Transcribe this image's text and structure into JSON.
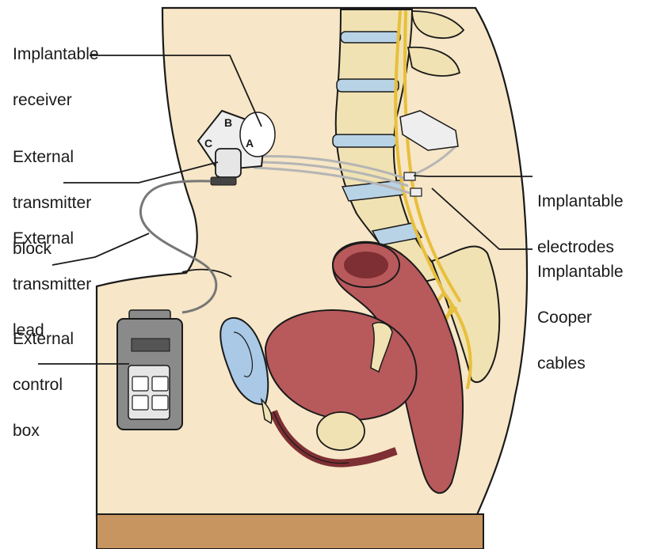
{
  "labels": {
    "receiver": [
      "Implantable",
      "receiver"
    ],
    "transmitter_block": [
      "External",
      "transmitter",
      "block"
    ],
    "transmitter_lead": [
      "External",
      "transmitter",
      "lead"
    ],
    "control_box": [
      "External",
      "control",
      "box"
    ],
    "electrodes": [
      "Implantable",
      "electrodes"
    ],
    "cooper_cables": [
      "Implantable",
      "Cooper",
      "cables"
    ]
  },
  "receiver_letters": [
    "A",
    "B",
    "C"
  ],
  "colors": {
    "skin": "#f7e6c7",
    "outline": "#1a1a1a",
    "bone": "#f0e2b2",
    "disc": "#b9d3e6",
    "nerve": "#e8bf3c",
    "muscle": "#b8595c",
    "muscle_dark": "#7d2f33",
    "bladder_gel": "#a9c9e6",
    "device_grey": "#8a8a8a",
    "base": "#c7955f"
  }
}
